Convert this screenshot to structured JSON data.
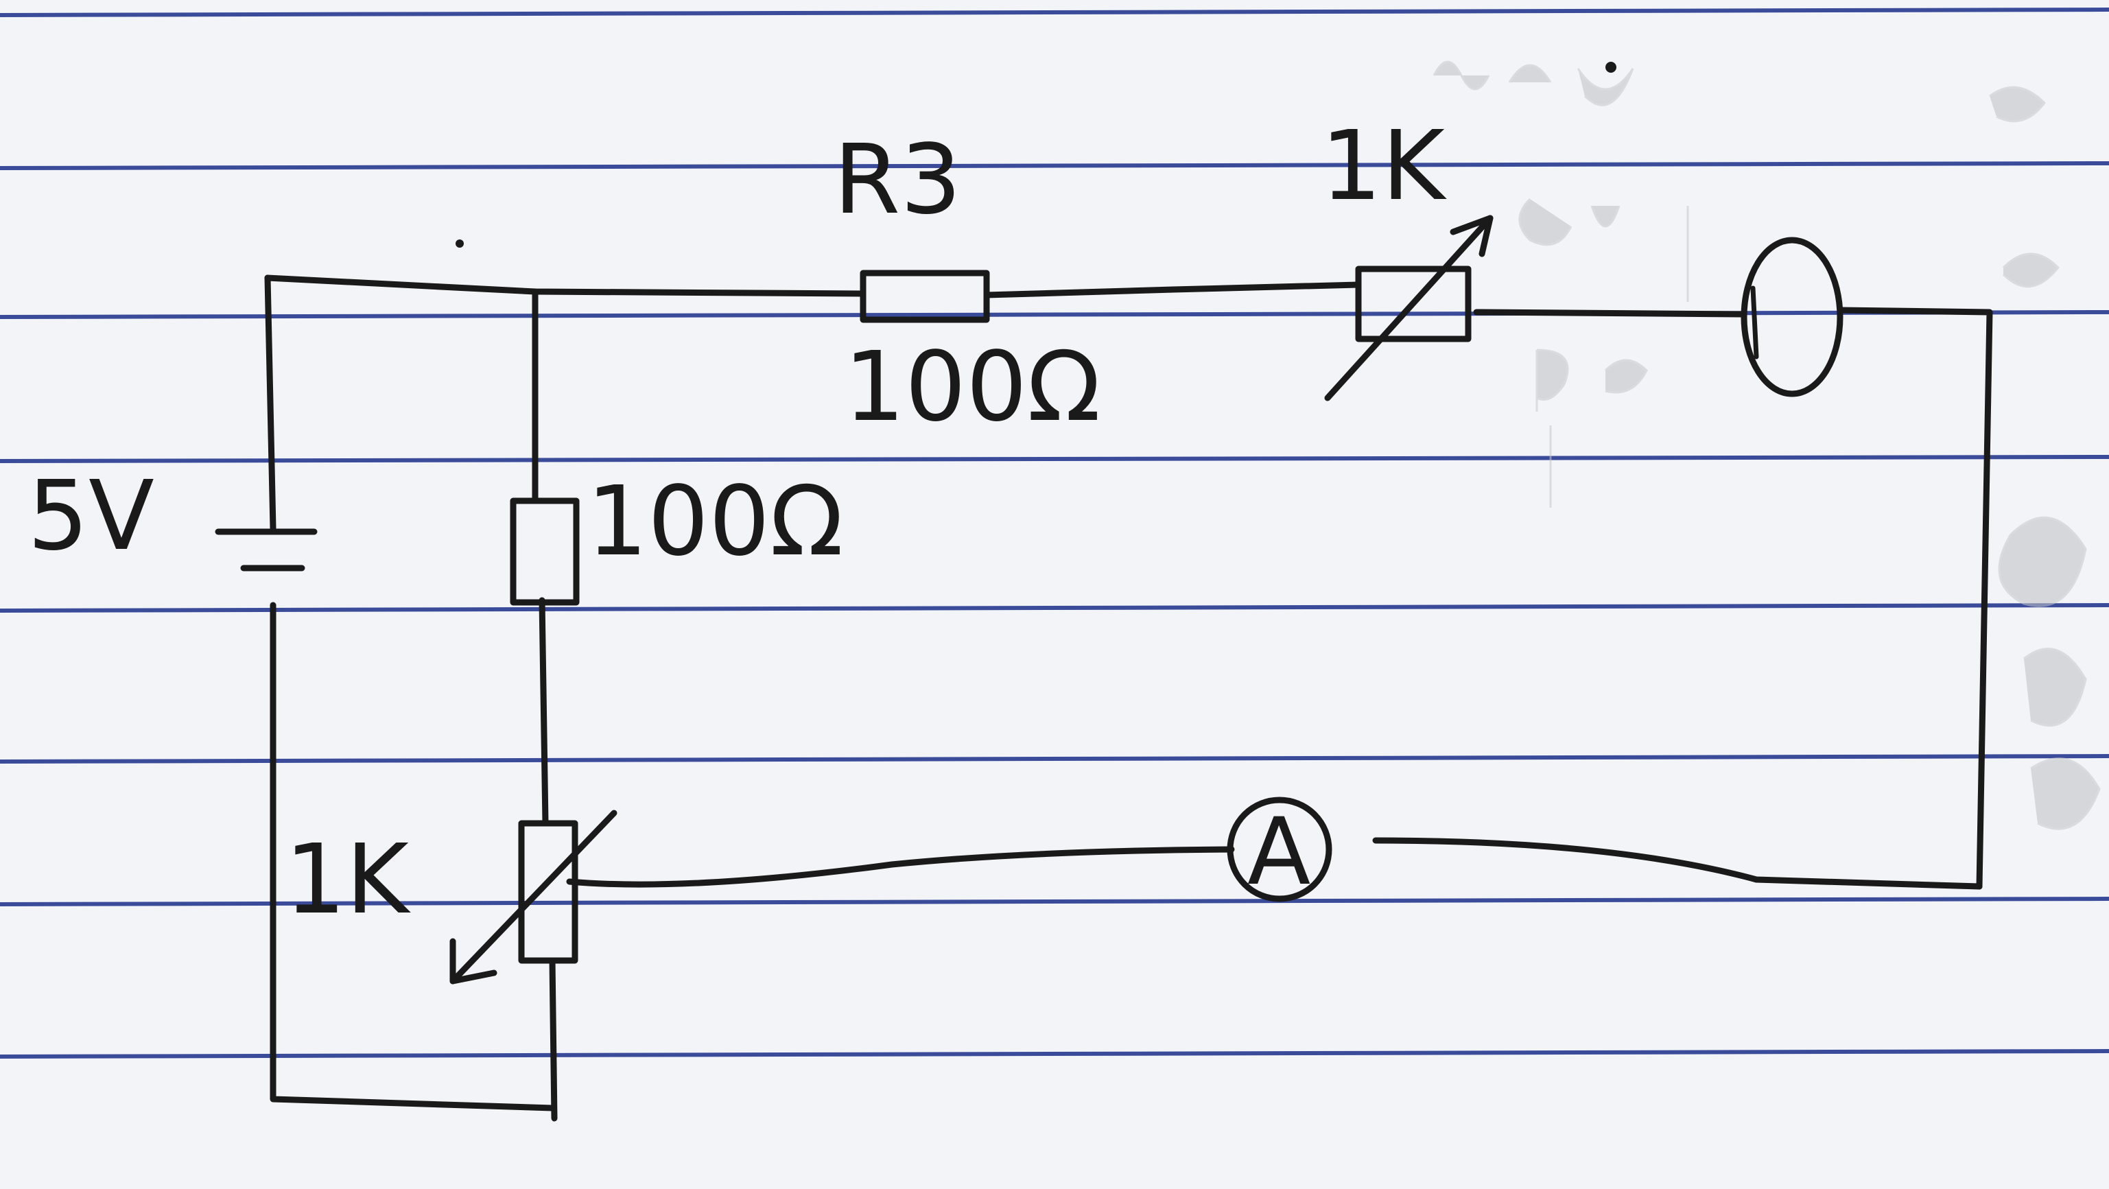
{
  "diagram": {
    "type": "circuit-schematic",
    "supply": {
      "label": "5V",
      "symbol": "battery-icon"
    },
    "top_series_resistor": {
      "name": "R3",
      "value": "100Ω"
    },
    "top_variable_resistor": {
      "value": "1K"
    },
    "shunt_resistor": {
      "value": "100Ω"
    },
    "bottom_variable_resistor": {
      "value": "1K"
    },
    "meters": [
      {
        "symbol": "A",
        "description": "ammeter"
      }
    ],
    "other_components": [
      "lamp-icon"
    ]
  },
  "colors": {
    "paper": "#f3f4f7",
    "ruled_lines": "#3a4b9a",
    "ink": "#1a1a1a",
    "bleed_through": "#c4c5c9"
  }
}
